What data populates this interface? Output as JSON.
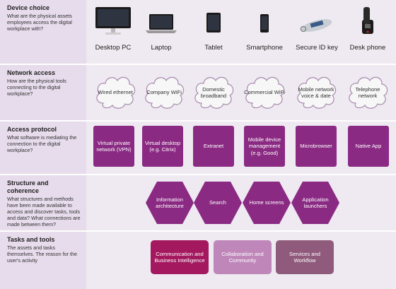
{
  "rows": [
    {
      "title": "Device choice",
      "desc": "What are the physical assets employees access the digital workplace with?"
    },
    {
      "title": "Network access",
      "desc": "How are the physical tools connecting to the digital workplace?"
    },
    {
      "title": "Access protocol",
      "desc": "What software is mediating the connection to the digital workplace?"
    },
    {
      "title": "Structure and coherence",
      "desc": "What structures and methods have been made available to access and discover tasks, tools and data? What connections are made between them?"
    },
    {
      "title": "Tasks and tools",
      "desc": "The assets and tasks themselves. The reason for the user's activity"
    }
  ],
  "devices": [
    {
      "label": "Desktop PC",
      "icon": "desktop-monitor-icon"
    },
    {
      "label": "Laptop",
      "icon": "laptop-icon"
    },
    {
      "label": "Tablet",
      "icon": "tablet-icon"
    },
    {
      "label": "Smartphone",
      "icon": "smartphone-icon"
    },
    {
      "label": "Secure ID key",
      "icon": "secure-id-key-icon"
    },
    {
      "label": "Desk phone",
      "icon": "desk-phone-icon"
    }
  ],
  "networks": [
    "Wired ethernet",
    "Company WiFi",
    "Domestic broadband",
    "Commercial WiFi",
    "Mobile network voice & date",
    "Telephone network"
  ],
  "protocols": [
    "Virtual private network (VPN)",
    "Virtual desktop (e.g. Citrix)",
    "Extranet",
    "Mobile device management (e.g. Good)",
    "Microbrowser",
    "Native App"
  ],
  "structures": [
    "Information architecture",
    "Search",
    "Home screens",
    "Application launchers"
  ],
  "tasks": [
    {
      "label": "Communication and Business Intelligence",
      "color": "#a3185e"
    },
    {
      "label": "Collaboration and Community",
      "color": "#bf86ba"
    },
    {
      "label": "Services and Workflow",
      "color": "#8f5a7c"
    }
  ],
  "colors": {
    "accent": "#8a2a82",
    "row_band": "#efe9f2",
    "row_label": "#e6dcec"
  }
}
